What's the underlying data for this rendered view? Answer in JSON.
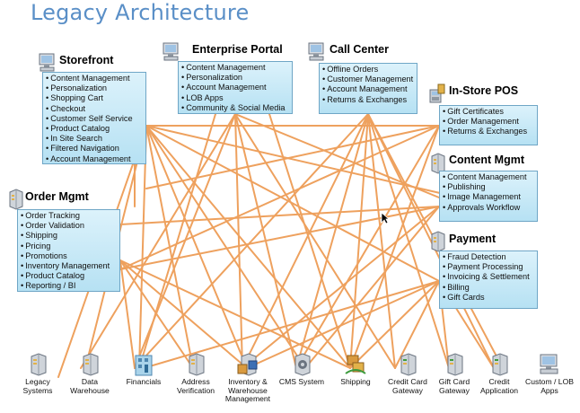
{
  "title": "Legacy Architecture",
  "colors": {
    "connector": "#eea15e",
    "box_fill": "#c6e8f6",
    "box_border": "#6fa6c6",
    "title": "#5a8fc7"
  },
  "systems": [
    {
      "id": "storefront",
      "title": "Storefront",
      "icon": "computer-icon",
      "items": [
        "Content Management",
        "Personalization",
        "Shopping Cart",
        "Checkout",
        "Customer Self Service",
        "Product Catalog",
        "In Site Search",
        "Filtered Navigation",
        "Account Management"
      ]
    },
    {
      "id": "enterprise-portal",
      "title": "Enterprise Portal",
      "icon": "computer-icon",
      "items": [
        "Content Management",
        "Personalization",
        "Account Management",
        "LOB Apps",
        "Community & Social Media"
      ]
    },
    {
      "id": "call-center",
      "title": "Call Center",
      "icon": "computer-icon",
      "items": [
        "Offline Orders",
        "Customer Management",
        "Account Management",
        "Returns & Exchanges"
      ]
    },
    {
      "id": "in-store-pos",
      "title": "In-Store POS",
      "icon": "pos-terminal-icon",
      "items": [
        "Gift Certificates",
        "Order Management",
        "Returns & Exchanges"
      ]
    },
    {
      "id": "content-mgmt",
      "title": "Content Mgmt",
      "icon": "server-icon",
      "items": [
        "Content Management",
        "Publishing",
        "Image Management",
        "Approvals Workflow"
      ]
    },
    {
      "id": "order-mgmt",
      "title": "Order Mgmt",
      "icon": "server-icon",
      "items": [
        "Order Tracking",
        "Order Validation",
        "Shipping",
        "Pricing",
        "Promotions",
        "Inventory Management",
        "Product Catalog",
        "Reporting / BI"
      ]
    },
    {
      "id": "payment",
      "title": "Payment",
      "icon": "server-icon",
      "items": [
        "Fraud Detection",
        "Payment Processing",
        "Invoicing & Settlement",
        "Billing",
        "Gift Cards"
      ]
    }
  ],
  "backends": [
    {
      "id": "legacy-systems",
      "label": "Legacy Systems",
      "icon": "server-icon"
    },
    {
      "id": "data-warehouse",
      "label": "Data Warehouse",
      "icon": "server-icon"
    },
    {
      "id": "financials",
      "label": "Financials",
      "icon": "financials-icon"
    },
    {
      "id": "address-verification",
      "label": "Address Verification",
      "icon": "server-icon"
    },
    {
      "id": "inventory-warehouse-management",
      "label": "Inventory & Warehouse Management",
      "icon": "warehouse-icon"
    },
    {
      "id": "cms-system",
      "label": "CMS System",
      "icon": "cms-server-icon"
    },
    {
      "id": "shipping",
      "label": "Shipping",
      "icon": "shipping-icon"
    },
    {
      "id": "credit-card-gateway",
      "label": "Credit Card Gateway",
      "icon": "server-icon"
    },
    {
      "id": "gift-card-gateway",
      "label": "Gift Card Gateway",
      "icon": "server-icon"
    },
    {
      "id": "credit-application",
      "label": "Credit Application",
      "icon": "server-icon"
    },
    {
      "id": "custom-lob-apps",
      "label": "Custom / LOB Apps",
      "icon": "computer-icon"
    }
  ]
}
